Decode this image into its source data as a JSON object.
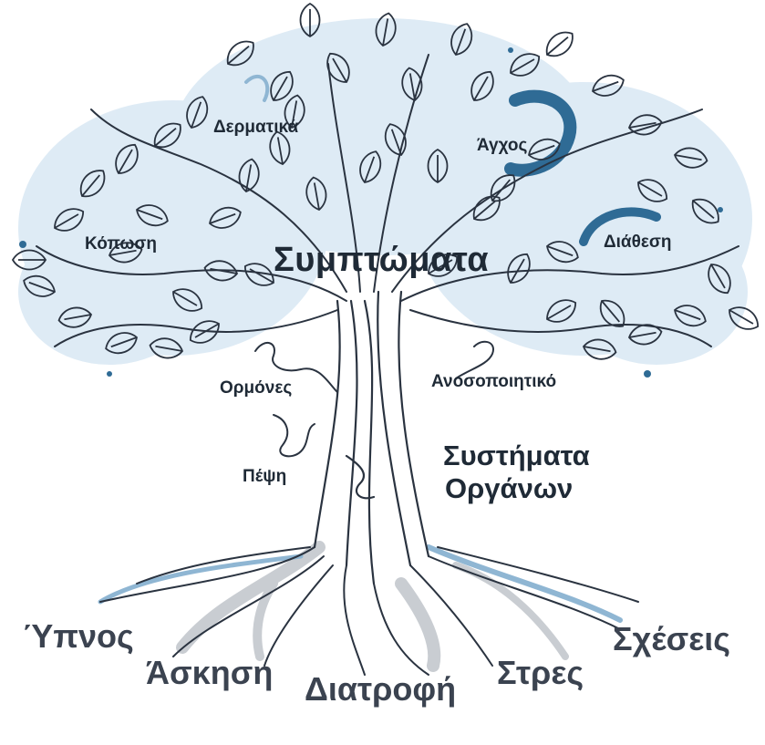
{
  "diagram": {
    "title": "Συμπτώματα",
    "crown_labels": [
      {
        "id": "dermatika",
        "text": "Δερματικά"
      },
      {
        "id": "agxos",
        "text": "Άγχος"
      },
      {
        "id": "koposi",
        "text": "Κόπωση"
      },
      {
        "id": "diathesi",
        "text": "Διάθεση"
      }
    ],
    "trunk_labels": [
      {
        "id": "ormones",
        "text": "Ορμόνες"
      },
      {
        "id": "anosopoiitiko",
        "text": "Ανοσοποιητικό"
      },
      {
        "id": "pepsi",
        "text": "Πέψη"
      }
    ],
    "systems_label": {
      "line1": "Συστήματα",
      "line2": "Οργάνων"
    },
    "root_labels": [
      {
        "id": "ypnos",
        "text": "Ύπνος"
      },
      {
        "id": "askisi",
        "text": "Άσκηση"
      },
      {
        "id": "diatrofi",
        "text": "Διατροφή"
      },
      {
        "id": "stres",
        "text": "Στρες"
      },
      {
        "id": "sxeseis",
        "text": "Σχέσεις"
      }
    ]
  },
  "colors": {
    "ink": "#2a3340",
    "crown_wash": "#dbe9f4",
    "accent_blue": "#2f6b95",
    "root_shadow": "#c9cdd2",
    "root_blue": "#8fb6d3"
  }
}
